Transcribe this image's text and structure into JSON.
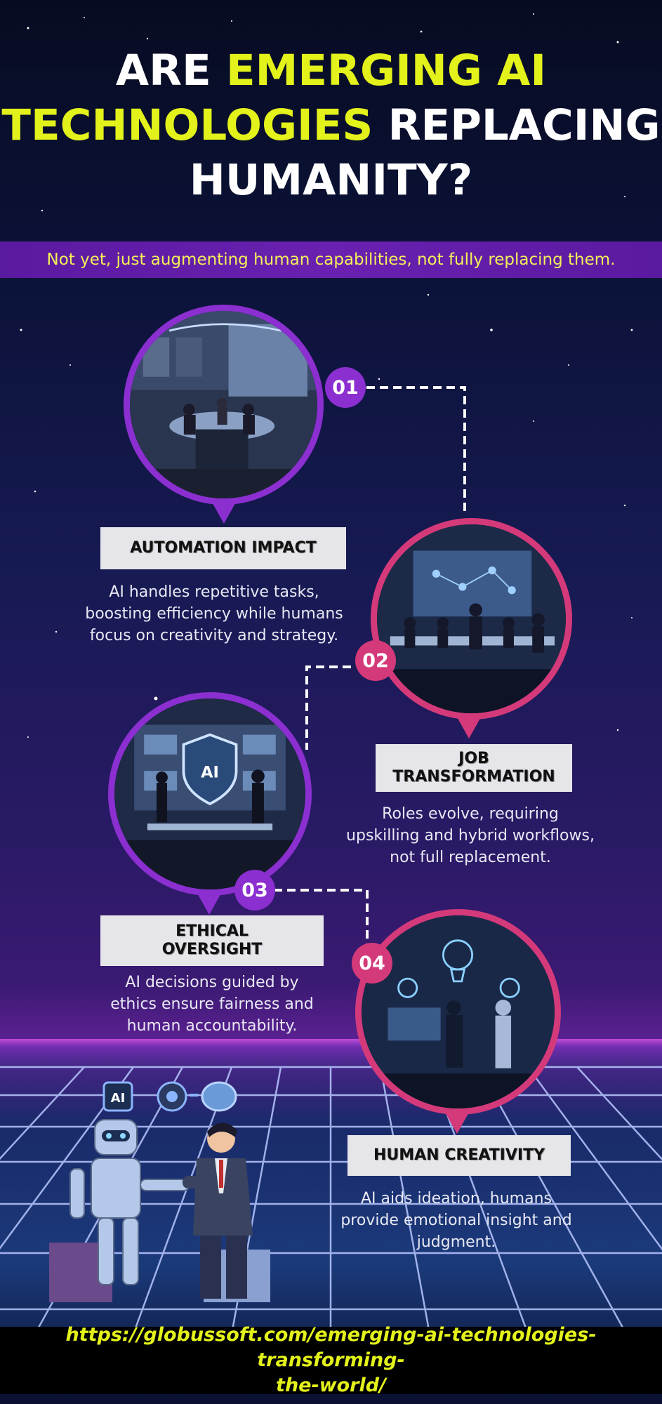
{
  "title": {
    "part1": "ARE ",
    "highlight1": "EMERGING AI",
    "highlight2": "TECHNOLOGIES",
    "part2": " REPLACING",
    "part3": "HUMANITY?"
  },
  "subtitle": "Not yet, just augmenting human capabilities, not fully replacing them.",
  "steps": [
    {
      "number": "01",
      "label": "AUTOMATION IMPACT",
      "description": [
        "AI handles repetitive tasks,",
        "boosting efficiency while humans",
        "focus on creativity and strategy."
      ]
    },
    {
      "number": "02",
      "label": [
        "JOB",
        "TRANSFORMATION"
      ],
      "description": [
        "Roles evolve, requiring",
        "upskilling and hybrid workflows,",
        "not full replacement."
      ]
    },
    {
      "number": "03",
      "label": [
        "ETHICAL",
        "OVERSIGHT"
      ],
      "description": [
        "AI decisions guided by",
        "ethics ensure fairness and",
        "human accountability."
      ]
    },
    {
      "number": "04",
      "label": "HUMAN CREATIVITY",
      "description": [
        "AI aids ideation, humans",
        "provide emotional insight and",
        "judgment."
      ]
    }
  ],
  "illustration": {
    "ai_chip_text": "AI",
    "shield_text": "AI"
  },
  "url": [
    "https://globussoft.com/emerging-ai-technologies-transforming-",
    "the-world/"
  ],
  "colors": {
    "highlight": "#e3f21a",
    "purple": "#8b2fd0",
    "pink": "#d43a7a",
    "band": "#6a20b0"
  }
}
